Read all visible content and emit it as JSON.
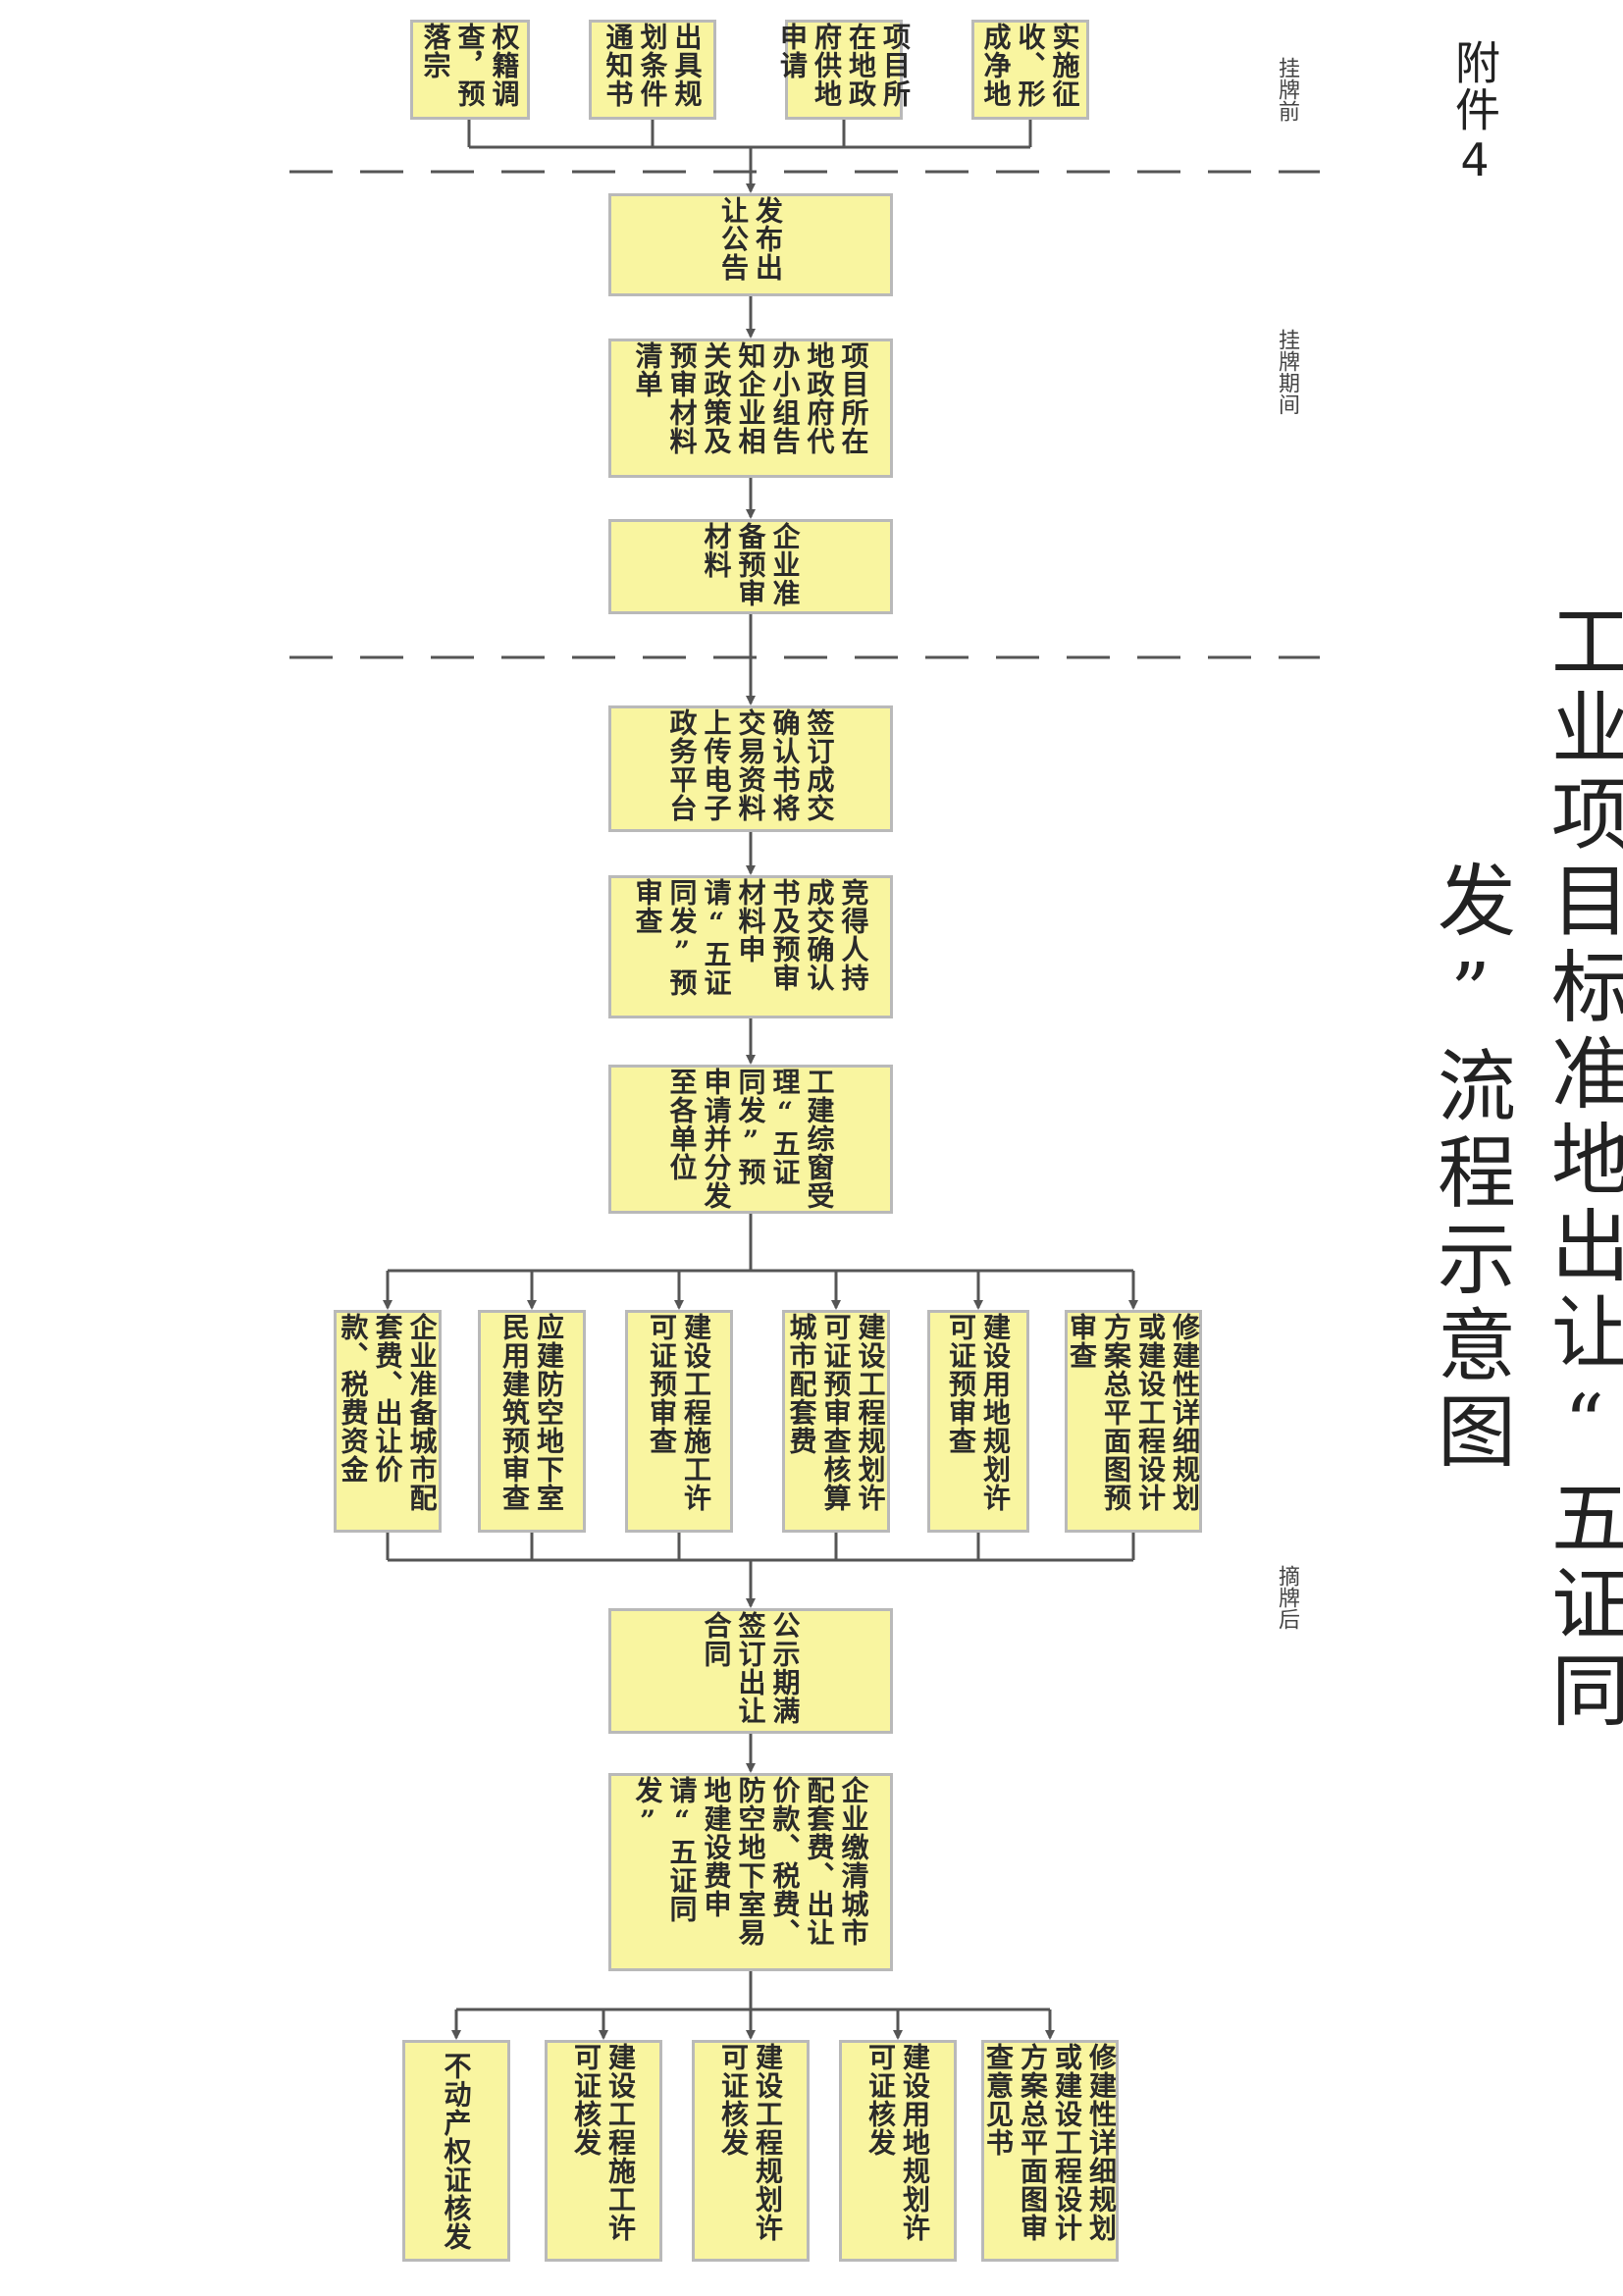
{
  "attachment_label": "附件4",
  "title": "工业项目标准地出让“五证同发”流程示意图",
  "stages": {
    "before": "挂牌前",
    "during": "挂牌期间",
    "after": "摘牌后"
  },
  "pre_listing": [
    "实施征收、形成净地",
    "项目所在地政府供地申请",
    "出具规划条件通知书",
    "权籍调查，预落宗"
  ],
  "main_flow": [
    "发布出让公告",
    "项目所在地政府代办小组告知企业相关政策及预审材料清单",
    "企业准备预审材料",
    "签订成交确认书将交易资料上传电子政务平台",
    "竞得人持成交确认书及预审材料申请“五证同发”预审查",
    "工建综窗受理“五证同发”预申请并分发至各单位"
  ],
  "parallel_review": [
    "修建性详细规划或建设工程设计方案总平面图预审查",
    "建设用地规划许可证预审查",
    "建设工程规划许可证预审查核算城市配套费",
    "建设工程施工许可证预审查",
    "应建防空地下室民用建筑预审查",
    "企业准备城市配套费、出让价款、税费资金"
  ],
  "post_flow": [
    "公示期满签订出让合同",
    "企业缴清城市配套费、出让价款、税费、防空地下室易地建设费申请“五证同发”"
  ],
  "final_outputs": [
    "修建性详细规划或建设工程设计方案总平面图审查意见书",
    "建设用地规划许可证核发",
    "建设工程规划许可证核发",
    "建设工程施工许可证核发",
    "不动产权证核发"
  ]
}
